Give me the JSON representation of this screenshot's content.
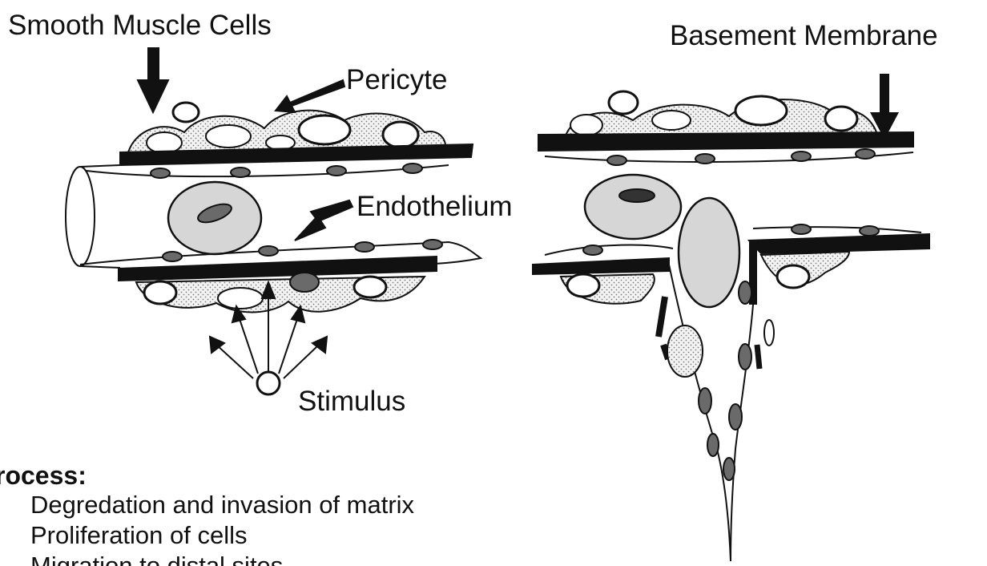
{
  "labels": {
    "smooth_muscle_cells": "Smooth Muscle Cells",
    "pericyte": "Pericyte",
    "endothelium": "Endothelium",
    "stimulus": "Stimulus",
    "basement_membrane": "Basement Membrane"
  },
  "process": {
    "title": "rocess:",
    "steps": [
      "Degredation and invasion of matrix",
      "Proliferation of cells",
      "Migration to distal sites"
    ]
  },
  "colors": {
    "line": "#111111",
    "stipple": "#bdbdbd",
    "cell_fill": "#f2f2f2",
    "rbc_fill": "#d6d6d6",
    "nucleus": "#6a6a6a"
  }
}
